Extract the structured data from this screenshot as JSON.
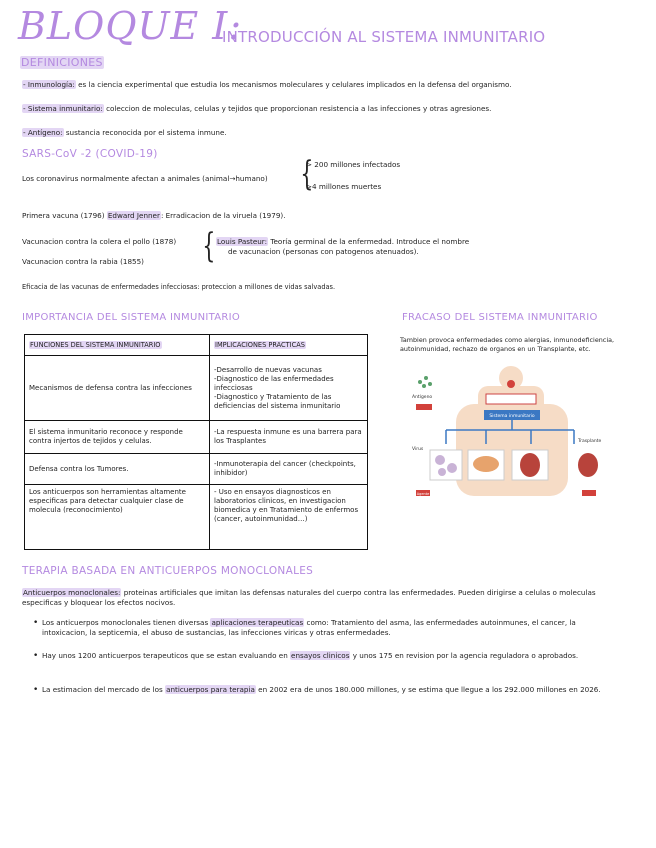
{
  "header": {
    "bloque": "BLOQUE I:",
    "subtitle": "INTRODUCCIÓN AL SISTEMA INMUNITARIO"
  },
  "definiciones": {
    "heading": "DEFINICIONES",
    "items": [
      {
        "term": "- Inmunología:",
        "text": " es la ciencia experimental que estudia los mecanismos moleculares y celulares implicados en la defensa del organismo."
      },
      {
        "term": "- Sistema inmunitario:",
        "text": " coleccion de moleculas, celulas y tejidos que proporcionan resistencia a las infecciones y otras agresiones."
      },
      {
        "term": "- Antígeno:",
        "text": " sustancia reconocida por el sistema inmune."
      }
    ]
  },
  "sars": {
    "heading": "SARS-CoV -2 (COVID-19)",
    "left": "Los coronavirus normalmente afectan a animales (animal→humano)",
    "right": [
      "> 200 millones infectados",
      ">4 millones muertes"
    ]
  },
  "vacuna": {
    "prefix": "Primera vacuna (1796)",
    "name": "Edward Jenner",
    "suffix": ": Erradicacion de la viruela (1979)."
  },
  "pasteur": {
    "lines": [
      "Vacunacion contra la colera el pollo (1878)",
      "Vacunacion contra la rabia (1855)"
    ],
    "name": "Louis Pasteur:",
    "text1": " Teoría germinal de la enfermedad. Introduce el nombre",
    "text2": "de vacunacion (personas con patogenos atenuados)."
  },
  "eficacia": "Eficacia de las vacunas de enfermedades infecciosas: proteccion a millones de vidas salvadas.",
  "importancia": {
    "heading": "IMPORTANCIA DEL SISTEMA INMUNITARIO",
    "col1": "FUNCIONES DEL SISTEMA INMUNITARIO",
    "col2": "IMPLICACIONES PRACTICAS",
    "rows": [
      {
        "a": "Mecanismos de defensa contra las infecciones",
        "b": "-Desarrollo de nuevas vacunas\n-Diagnostico de las enfermedades infecciosas\n-Diagnostico y Tratamiento de las deficiencias del sistema inmunitario"
      },
      {
        "a": "El sistema inmunitario reconoce y responde contra injertos de tejidos y celulas.",
        "b": "-La respuesta inmune es una barrera para los Trasplantes"
      },
      {
        "a": "Defensa contra los Tumores.",
        "b": "-Inmunoterapia del cancer (checkpoints, inhibidor)"
      },
      {
        "a": "Los anticuerpos son herramientas altamente especificas para detectar cualquier clase de molecula (reconocimiento)",
        "b": "- Uso en ensayos diagnosticos en laboratorios clinicos, en investigacion biomedica y en Tratamiento de enfermos (cancer, autoinmunidad…)"
      }
    ]
  },
  "fracaso": {
    "heading": "FRACASO DEL SISTEMA INMUNITARIO",
    "text": "Tambien provoca enfermedades como alergias, inmunodeficiencia, autoinmunidad, rechazo de organos en un Transplante, etc.",
    "figure_labels": [
      "Antígeno",
      "Sistema inmunitario",
      "Virus",
      "Trasplante",
      "Agente"
    ]
  },
  "terapia": {
    "heading": "TERAPIA BASADA EN ANTICUERPOS MONOCLONALES",
    "intro_term": "Anticuerpos monoclonales:",
    "intro_text": " proteinas artificiales que imitan las defensas naturales del cuerpo contra las enfermedades. Pueden dirigirse a celulas o moleculas especificas y bloquear los efectos nocivos.",
    "b1_pre": "Los anticuerpos monoclonales tienen diversas ",
    "b1_hl": "aplicaciones terapeuticas",
    "b1_post": " como: Tratamiento del asma, las enfermedades autoinmunes, el cancer, la intoxicacion, la septicemia, el abuso de sustancias, las infecciones viricas y otras enfermedades.",
    "b2_pre": "Hay unos 1200 anticuerpos terapeuticos que se estan evaluando en ",
    "b2_hl": "ensayos clinicos",
    "b2_post": " y unos 175 en revision por la agencia reguladora o aprobados.",
    "b3_pre": "La estimacion del mercado de los ",
    "b3_hl": "anticuerpos para terapia",
    "b3_post": " en 2002 era de unos 180.000 millones, y se estima que llegue a los 292.000 millones en 2026."
  },
  "colors": {
    "accent": "#b489e0",
    "highlight": "#e3d6f4"
  }
}
